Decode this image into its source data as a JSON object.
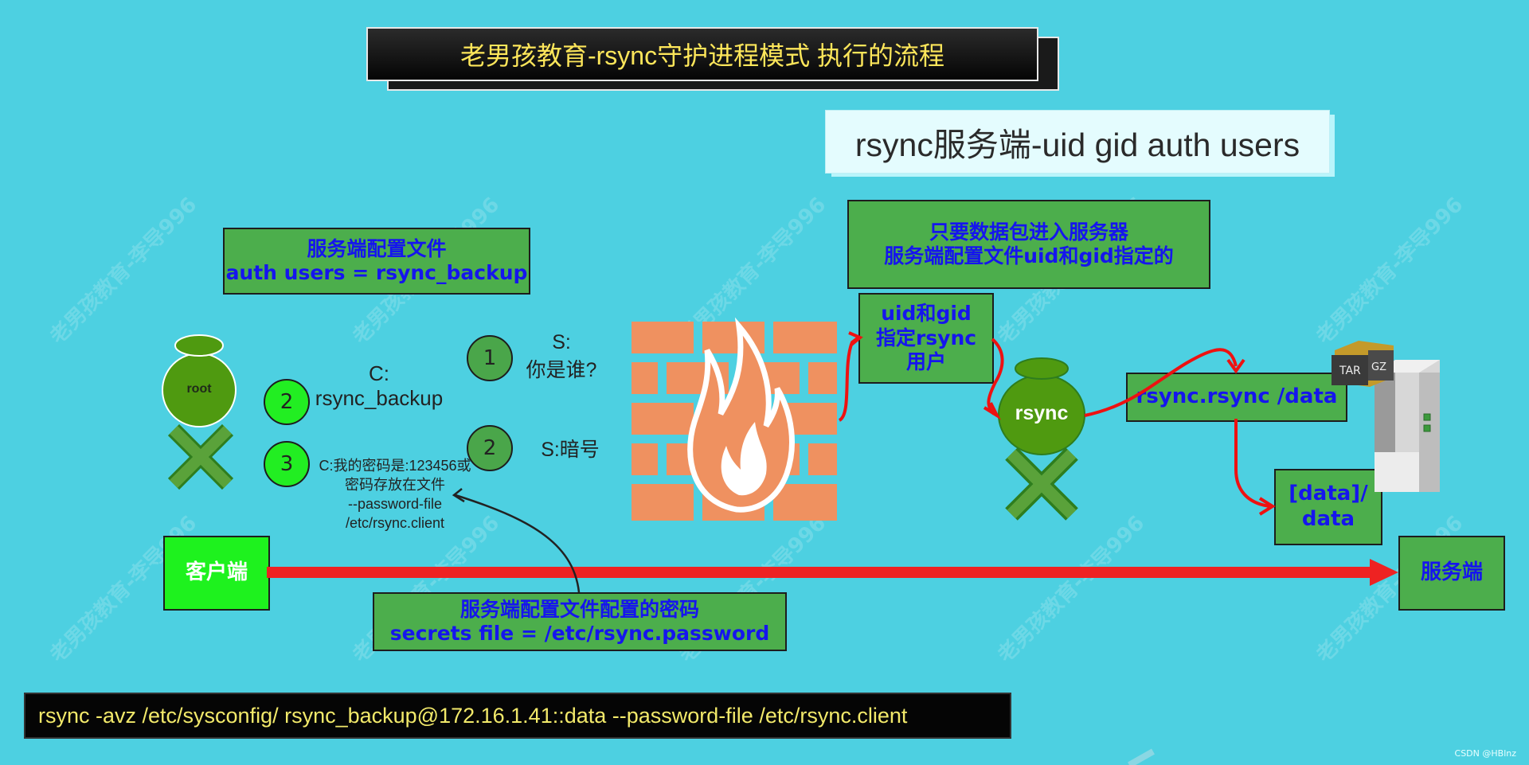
{
  "title": "老男孩教育-rsync守护进程模式 执行的流程",
  "subtitle": "rsync服务端-uid gid  auth users",
  "auth_box": {
    "line1": "服务端配置文件",
    "line2": "auth users = rsync_backup"
  },
  "uidgid_box": {
    "line1": "只要数据包进入服务器",
    "line2": "服务端配置文件uid和gid指定的"
  },
  "uid_user_box": {
    "line1": "uid和gid",
    "line2": "指定rsync",
    "line3": "用户"
  },
  "rsync_path_box": "rsync.rsync  /data",
  "data_box": {
    "line1": "[data]/",
    "line2": "data"
  },
  "client_box": "客户端",
  "server_box": "服务端",
  "secrets_box": {
    "line1": "服务端配置文件配置的密码",
    "line2": "secrets file = /etc/rsync.password"
  },
  "root_label": "root",
  "rsync_label": "rsync",
  "steps": {
    "s1_num": "1",
    "s1_line1": "S:",
    "s1_line2": "你是谁?",
    "c2_num": "2",
    "c2_line1": "C:",
    "c2_line2": "rsync_backup",
    "s2_num": "2",
    "s2_text": "S:暗号",
    "c3_num": "3",
    "c3_lines": [
      "C:我的密码是:123456或",
      "密码存放在文件",
      "--password-file",
      "/etc/rsync.client"
    ]
  },
  "archive_labels": {
    "left": "TAR",
    "right": "GZ"
  },
  "command": "rsync  -avz  /etc/sysconfig/    rsync_backup@172.16.1.41::data  --password-file /etc/rsync.client",
  "credit": "CSDN @HBlnz",
  "watermark": "老男孩教育-李导996",
  "colors": {
    "background": "#4dd0e1",
    "box_green": "#4cae4c",
    "box_text": "#1515ee",
    "arrow_red": "#ee2222",
    "title_text": "#fde65a",
    "brick": "#ef9160"
  },
  "icons": [
    "firewall-icon",
    "flame-icon",
    "server-icon",
    "archive-icon",
    "cross-icon"
  ]
}
